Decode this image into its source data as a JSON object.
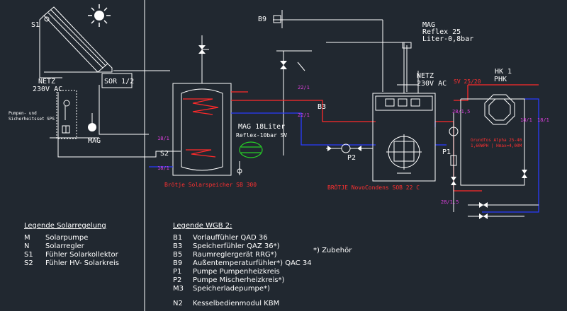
{
  "diagram": {
    "sensor_labels": {
      "s1": "S1",
      "s2": "S2",
      "b9": "B9",
      "b3": "B3",
      "p1": "P1",
      "p2": "P2"
    },
    "netz_left": [
      "NETZ",
      "230V AC"
    ],
    "netz_right": [
      "NETZ",
      "230V AC"
    ],
    "controller": "SOR 1/2",
    "safety_group": [
      "Pumpen- und",
      "Sicherheitsset SPS"
    ],
    "mag_small": "MAG",
    "mag_reflex": [
      "MAG",
      "Reflex 25",
      "Liter-0,8bar"
    ],
    "mag_18": [
      "MAG 18Liter",
      "Reflex-10bar SV"
    ],
    "storage_caption": "Brötje Solarspeicher SB 300",
    "boiler_caption": "BRÖTJE NovoCondens SOB 22 C",
    "hk": [
      "HK 1",
      "PHK"
    ],
    "sv": "SV 25/20",
    "pump_spec": [
      "Grundfos Alpha 25-40",
      "1,60WPH | Hmax=4,00M"
    ],
    "pipe_tags": {
      "t1": "18/1",
      "t2": "18/1",
      "t3": "22/1",
      "t4": "22/1",
      "t5": "28/1,5",
      "t6": "18/1",
      "t7": "18/1",
      "t8": "28/1,5"
    }
  },
  "legend_solar": {
    "title": "Legende Solarregelung",
    "items": [
      {
        "code": "M",
        "text": "Solarpumpe"
      },
      {
        "code": "N",
        "text": "Solarregler"
      },
      {
        "code": "S1",
        "text": "Fühler Solarkollektor"
      },
      {
        "code": "S2",
        "text": "Fühler HV- Solarkreis"
      }
    ]
  },
  "legend_wgb": {
    "title": "Legende WGB 2:",
    "items": [
      {
        "code": "B1",
        "text": "Vorlauffühler QAD 36"
      },
      {
        "code": "B3",
        "text": "Speicherfühler QAZ 36*)"
      },
      {
        "code": "B5",
        "text": "Raumreglergerät RRG*)"
      },
      {
        "code": "B9",
        "text": "Außentemperaturfühler*) QAC 34"
      },
      {
        "code": "P1",
        "text": "Pumpe Pumpenheizkreis"
      },
      {
        "code": "P2",
        "text": "Pumpe Mischerheizkreis*)"
      },
      {
        "code": "M3",
        "text": "Speicherladepumpe*)"
      }
    ],
    "n2": {
      "code": "N2",
      "text": "Kesselbedienmodul KBM"
    },
    "note": "*)     Zubehör"
  }
}
